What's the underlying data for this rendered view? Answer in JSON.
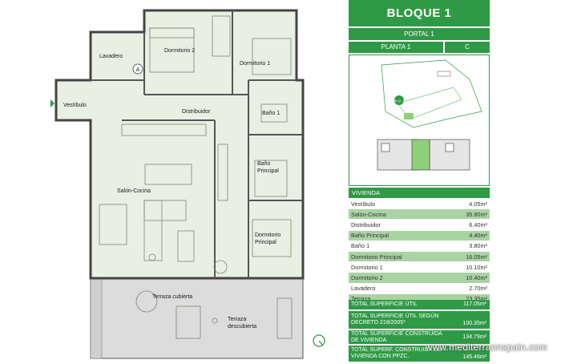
{
  "plan": {
    "rooms": {
      "lavadero": "Lavadero",
      "dormitorio2": "Dormitorio 2",
      "dormitorio1": "Dormitorio 1",
      "vestibulo": "Vestíbulo",
      "distribuidor": "Distribuidor",
      "bano1": "Baño 1",
      "bano_principal_1": "Baño",
      "bano_principal_2": "Principal",
      "salon_cocina": "Salón-Cocina",
      "dormitorio_principal_1": "Dormitorio",
      "dormitorio_principal_2": "Principal",
      "terraza_cubierta": "Terraza cubierta",
      "terraza_descubierta_1": "Terraza",
      "terraza_descubierta_2": "descubierta"
    },
    "washer_symbol": "A",
    "colors": {
      "interior": "#e9efe3",
      "terrace": "#dcdcdc",
      "wall": "#555555"
    }
  },
  "sheet": {
    "title": "BLOQUE 1",
    "portal": "PORTAL 1",
    "planta": "PLANTA 1",
    "letra": "C",
    "site_map_label": "BLQ. 1",
    "vivienda_header": "VIVIENDA",
    "rooms": [
      {
        "name": "Vestíbulo",
        "area": "4.05m²"
      },
      {
        "name": "Salón-Cocina",
        "area": "35.80m²"
      },
      {
        "name": "Distribuidor",
        "area": "6.40m²"
      },
      {
        "name": "Baño Principal",
        "area": "4.40m²"
      },
      {
        "name": "Baño 1",
        "area": "3.80m²"
      },
      {
        "name": "Dormitorio Principal",
        "area": "16.05m²"
      },
      {
        "name": "Dormitorio 1",
        "area": "10.10m²"
      },
      {
        "name": "Dormitorio 2",
        "area": "10.40m²"
      },
      {
        "name": "Lavadero",
        "area": "2.70m²"
      },
      {
        "name": "Terraza",
        "area": "23.35m²"
      }
    ],
    "totals": [
      {
        "label": "TOTAL SUPERFICIE ÚTIL",
        "value": "117.05m²"
      },
      {
        "label": "TOTAL SUPERFICIE ÚTIL SEGÚN DECRETO 218/2005*",
        "value": "100.35m²"
      },
      {
        "label": "TOTAL SUPERFICIE CONSTRUIDA DE VIVIENDA",
        "value": "134.79m²"
      },
      {
        "label": "TOTAL SUPERF. CONSTRUIDA DE VIVIENDA CON PPZC.",
        "value": "145.46m²"
      }
    ],
    "colors": {
      "green": "#2f9a45",
      "row_alt": "#a9d3a3"
    }
  },
  "watermark": "www.mediterrannspain.com"
}
